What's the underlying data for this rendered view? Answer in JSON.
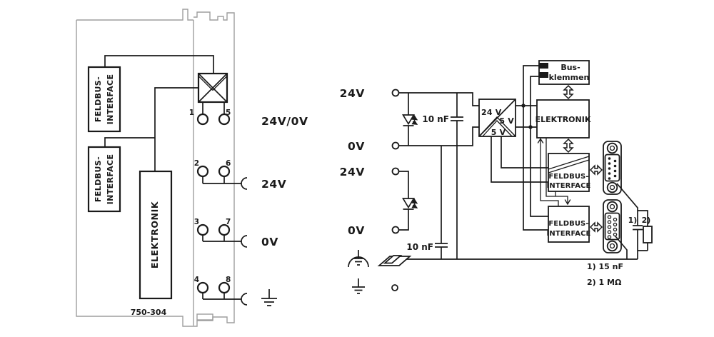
{
  "colors": {
    "line": "#1a1a1a",
    "module_outline": "#9e9e9e",
    "background": "#ffffff"
  },
  "left_module": {
    "part_number": "750-304",
    "fieldbus_interface_top": {
      "line1": "FELDBUS-",
      "line2": "INTERFACE"
    },
    "fieldbus_interface_bottom": {
      "line1": "FELDBUS-",
      "line2": "INTERFACE"
    },
    "elektronik_label": "ELEKTRONIK",
    "terminal_numbers": {
      "t1": "1",
      "t5": "5",
      "t2": "2",
      "t6": "6",
      "t3": "3",
      "t7": "7",
      "t4": "4",
      "t8": "8"
    },
    "wire_labels": {
      "supply": "24V/0V",
      "v24": "24V",
      "v0": "0V"
    }
  },
  "right_circuit": {
    "input_labels": {
      "system_24v": "24V",
      "system_0v": "0V",
      "field_24v": "24V",
      "field_0v": "0V"
    },
    "capacitor_top": "10 nF",
    "capacitor_bottom": "10 nF",
    "dc_converter": {
      "input": "24 V",
      "output_top": "5 V",
      "output_bottom": "5 V"
    },
    "bus_klemmen": {
      "line1": "Bus-",
      "line2": "klemmen"
    },
    "elektronik_label": "ELEKTRONIK",
    "fieldbus_interface_top": {
      "line1": "FELDBUS-",
      "line2": "INTERFACE"
    },
    "fieldbus_interface_bottom": {
      "line1": "FELDBUS-",
      "line2": "INTERFACE"
    },
    "ref_marks": {
      "ref1": "1)",
      "ref2": "2)"
    },
    "footnotes": {
      "note1": "1) 15 nF",
      "note2": "2) 1 MΩ"
    }
  }
}
